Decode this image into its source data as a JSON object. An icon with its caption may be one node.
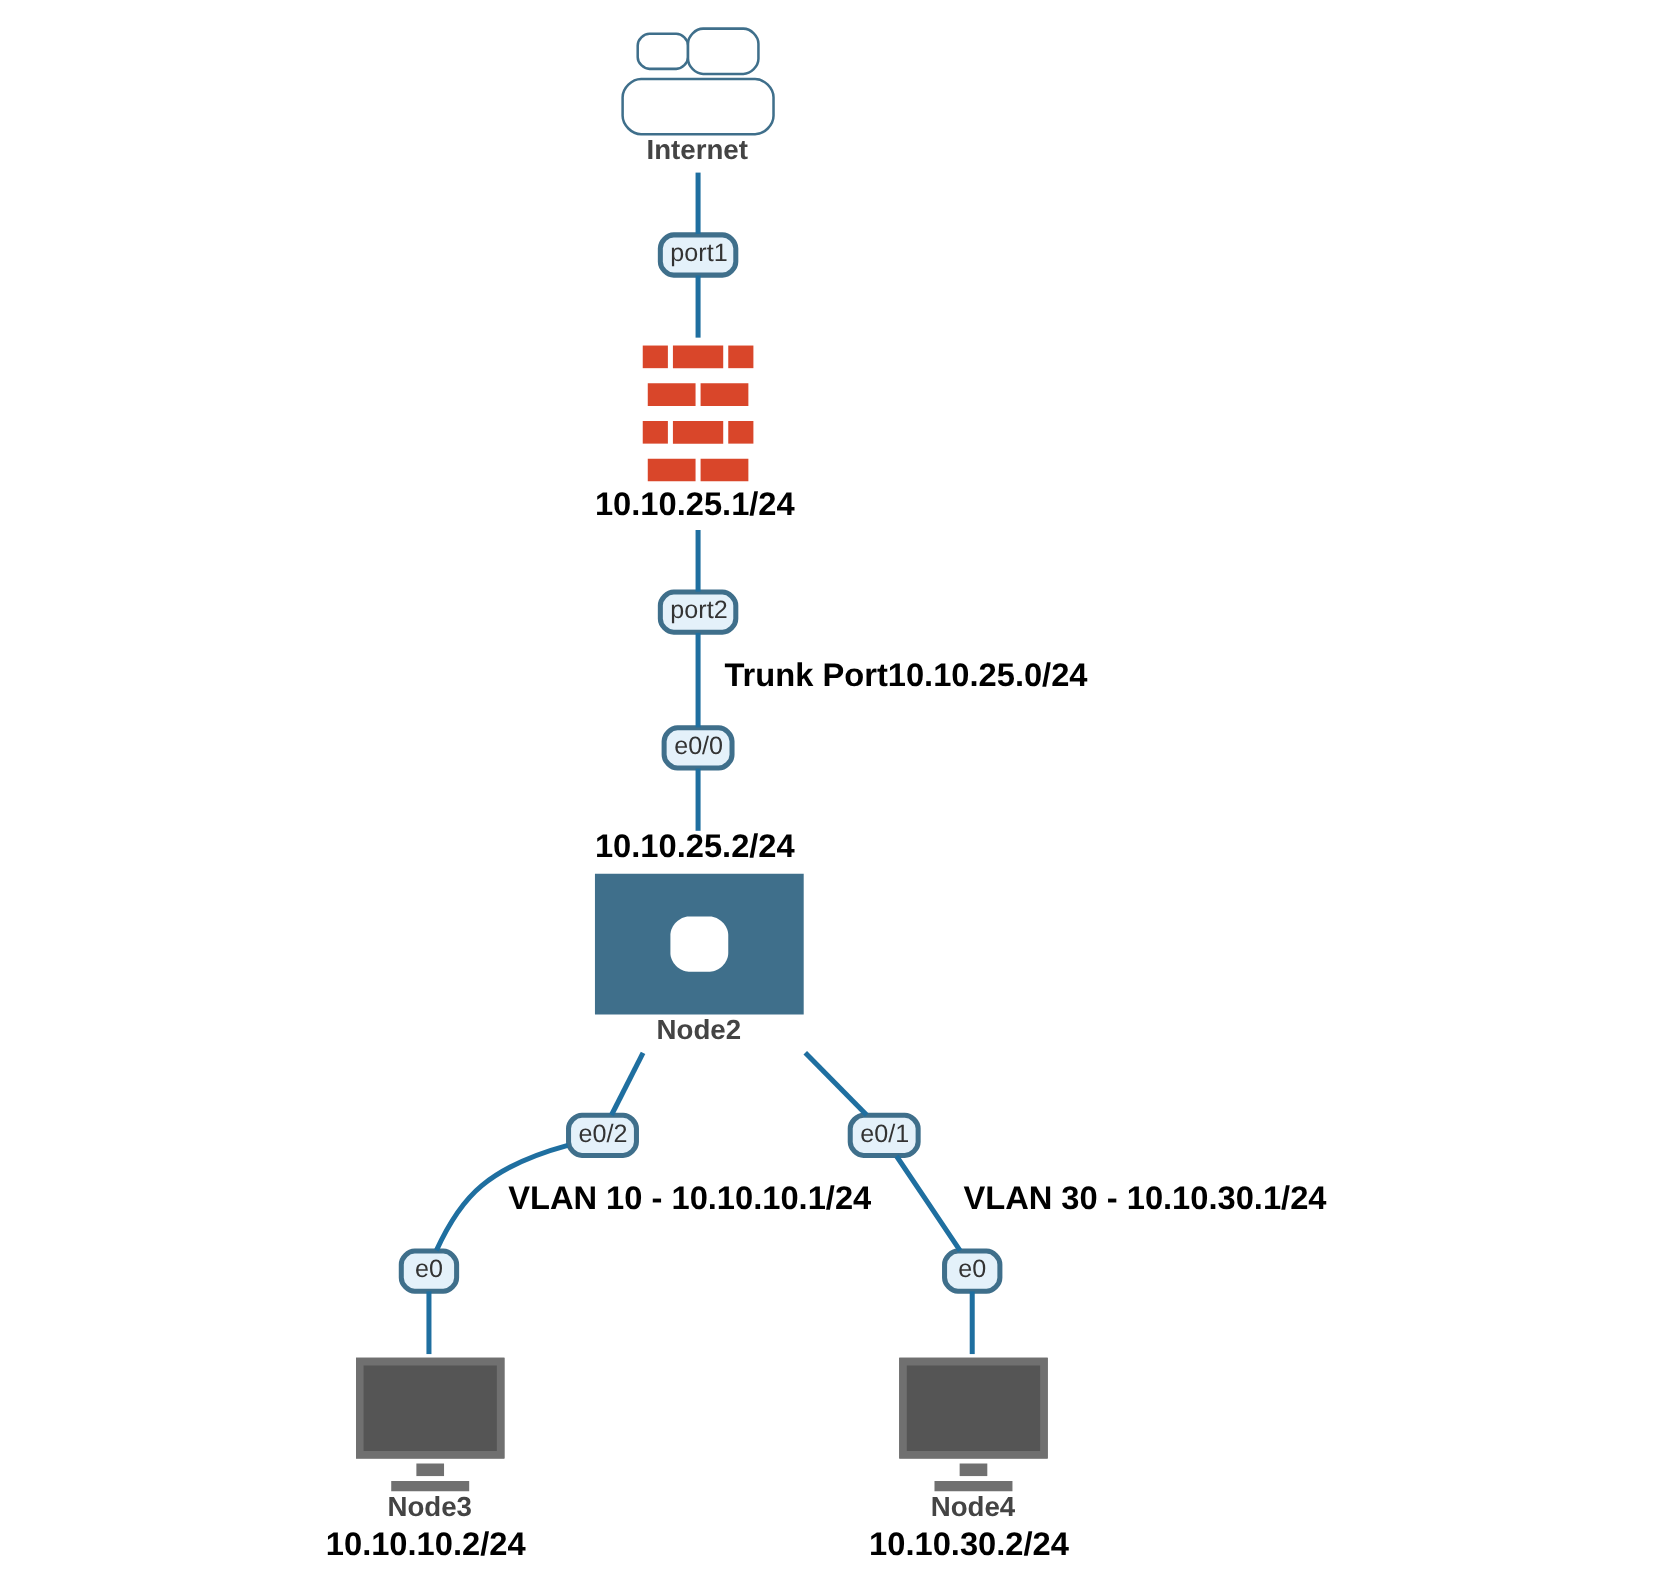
{
  "diagram": {
    "nodes": [
      {
        "text": [
          "Internet"
        ]
      },
      {
        "text": [
          "port1"
        ]
      },
      {
        "text": [],
        "shape": "picture",
        "beside": [
          "10.10.25.1/24"
        ]
      },
      {
        "text": [
          "port2"
        ]
      },
      {
        "text": [
          "e0/0"
        ]
      },
      {
        "text": [
          "Node2"
        ],
        "beside": [
          "10.10.25.2/24"
        ]
      },
      {
        "text": [
          "e0/2"
        ]
      },
      {
        "text": [
          "e0/1"
        ]
      },
      {
        "text": [
          "e0"
        ]
      },
      {
        "text": [
          "e0"
        ]
      },
      {
        "text": [
          "Node3"
        ],
        "beside": [
          "10.10.10.2/24"
        ]
      },
      {
        "text": [
          "Node4"
        ],
        "beside": [
          "10.10.30.2/24"
        ]
      }
    ],
    "edges": [
      {
        "from": 0,
        "to": 1,
        "arrow": "none"
      },
      {
        "from": 1,
        "to": 2,
        "arrow": "none"
      },
      {
        "from": 2,
        "to": 3,
        "arrow": "none"
      },
      {
        "from": 3,
        "to": 4,
        "arrow": "none",
        "label": "Trunk Port10.10.25.0/24"
      },
      {
        "from": 4,
        "to": 5,
        "arrow": "none"
      },
      {
        "from": 5,
        "to": 6,
        "arrow": "none"
      },
      {
        "from": 5,
        "to": 7,
        "arrow": "none"
      },
      {
        "from": 6,
        "to": 8,
        "arrow": "none",
        "label": "VLAN 10 - 10.10.10.1/24"
      },
      {
        "from": 7,
        "to": 9,
        "arrow": "none",
        "label": "VLAN 30 - 10.10.30.1/24"
      },
      {
        "from": 8,
        "to": 10,
        "arrow": "none"
      },
      {
        "from": 9,
        "to": 11,
        "arrow": "none"
      }
    ]
  }
}
